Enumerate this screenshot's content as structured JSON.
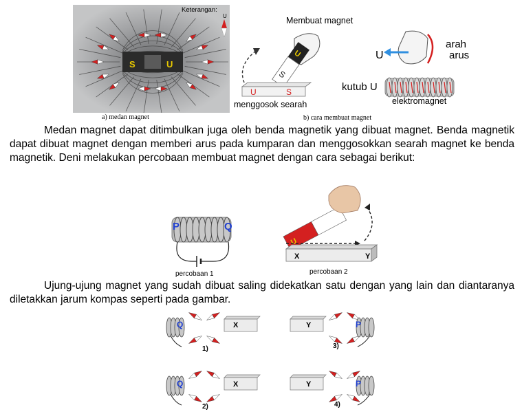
{
  "figure_top": {
    "panel_a": {
      "legend_title": "Keterangan:",
      "legend_pole": "U",
      "magnet_pole_left": "S",
      "magnet_pole_right": "U",
      "caption": "a)    medan magnet"
    },
    "panel_b": {
      "title": "Membuat magnet",
      "rubbing_magnet_pole": "U",
      "rubbed_bar_left": "U",
      "rubbed_bar_right": "S",
      "rubbed_bar_mid": "S",
      "rubbing_caption": "menggosok searah",
      "hand_label_line1": "arah",
      "hand_label_line2": "arus",
      "direction_label": "U",
      "pole_label": "kutub U",
      "electromagnet_label": "elektromagnet",
      "caption": "b) cara membuat magnet"
    }
  },
  "paragraph_1": "Medan magnet dapat ditimbulkan juga oleh benda magnetik yang dibuat magnet. Benda magnetik dapat dibuat magnet dengan memberi arus pada kumparan dan menggosokkan searah magnet ke benda magnetik. Deni melakukan percobaan membuat magnet dengan cara sebagai berikut:",
  "experiment": {
    "coil_left_end": "P",
    "coil_right_end": "Q",
    "exp1_caption": "percobaan 1",
    "magnet_pole": "U",
    "bar_left_end": "X",
    "bar_right_end": "Y",
    "exp2_caption": "percobaan 2"
  },
  "paragraph_2": "Ujung-ujung magnet yang sudah dibuat saling didekatkan satu dengan yang lain dan diantaranya diletakkan jarum kompas seperti pada gambar.",
  "options": [
    {
      "number": "1)",
      "coil_label": "Q",
      "bar_label": "X"
    },
    {
      "number": "2)",
      "coil_label": "Q",
      "bar_label": "X"
    },
    {
      "number": "3)",
      "coil_label": "P",
      "bar_label": "Y"
    },
    {
      "number": "4)",
      "coil_label": "P",
      "bar_label": "Y"
    }
  ],
  "colors": {
    "pole_red": "#d42020",
    "pole_blue": "#1f3fd0",
    "pole_yellow": "#f0d000",
    "arrow_blue": "#2f8fe0"
  }
}
